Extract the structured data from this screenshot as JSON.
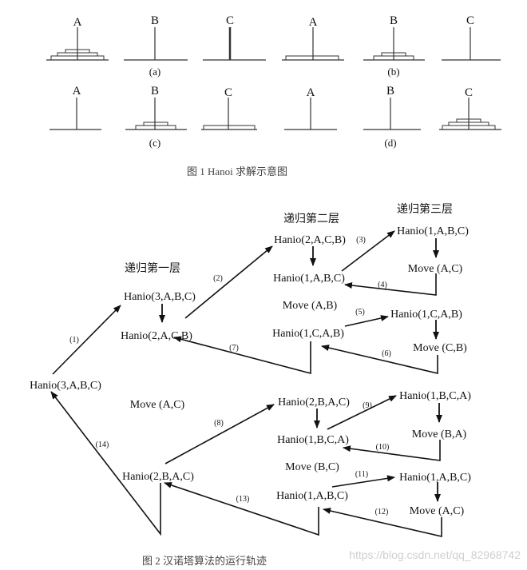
{
  "fig1": {
    "pegs": {
      "left": "A",
      "middle": "B",
      "right": "C"
    },
    "panels": [
      "(a)",
      "(b)",
      "(c)",
      "(d)"
    ],
    "caption": "图 1    Hanoi 求解示意图"
  },
  "fig2": {
    "levels": [
      "递归第一层",
      "递归第二层",
      "递归第三层"
    ],
    "nodes": {
      "root": "Hanio(3,A,B,C)",
      "l1_a": "Hanio(3,A,B,C)",
      "l1_b": "Hanio(2,A,C,B)",
      "l1_move": "Move  (A,C)",
      "l1_c": "Hanio(2,B,A,C)",
      "l2_a": "Hanio(2,A,C,B)",
      "l2_b": "Hanio(1,A,B,C)",
      "l2_move1": "Move  (A,B)",
      "l2_c": "Hanio(1,C,A,B)",
      "l2_d": "Hanio(2,B,A,C)",
      "l2_e": "Hanio(1,B,C,A)",
      "l2_move2": "Move  (B,C)",
      "l2_f": "Hanio(1,A,B,C)",
      "l3_a": "Hanio(1,A,B,C)",
      "l3_a_move": "Move  (A,C)",
      "l3_b": "Hanio(1,C,A,B)",
      "l3_b_move": "Move  (C,B)",
      "l3_c": "Hanio(1,B,C,A)",
      "l3_c_move": "Move  (B,A)",
      "l3_d": "Hanio(1,A,B,C)",
      "l3_d_move": "Move  (A,C)"
    },
    "steps": [
      "(1)",
      "(2)",
      "(3)",
      "(4)",
      "(5)",
      "(6)",
      "(7)",
      "(8)",
      "(9)",
      "(10)",
      "(11)",
      "(12)",
      "(13)",
      "(14)"
    ],
    "caption": "图 2    汉诺塔算法的运行轨迹"
  },
  "watermark": "https://blog.csdn.net/qq_82968742"
}
